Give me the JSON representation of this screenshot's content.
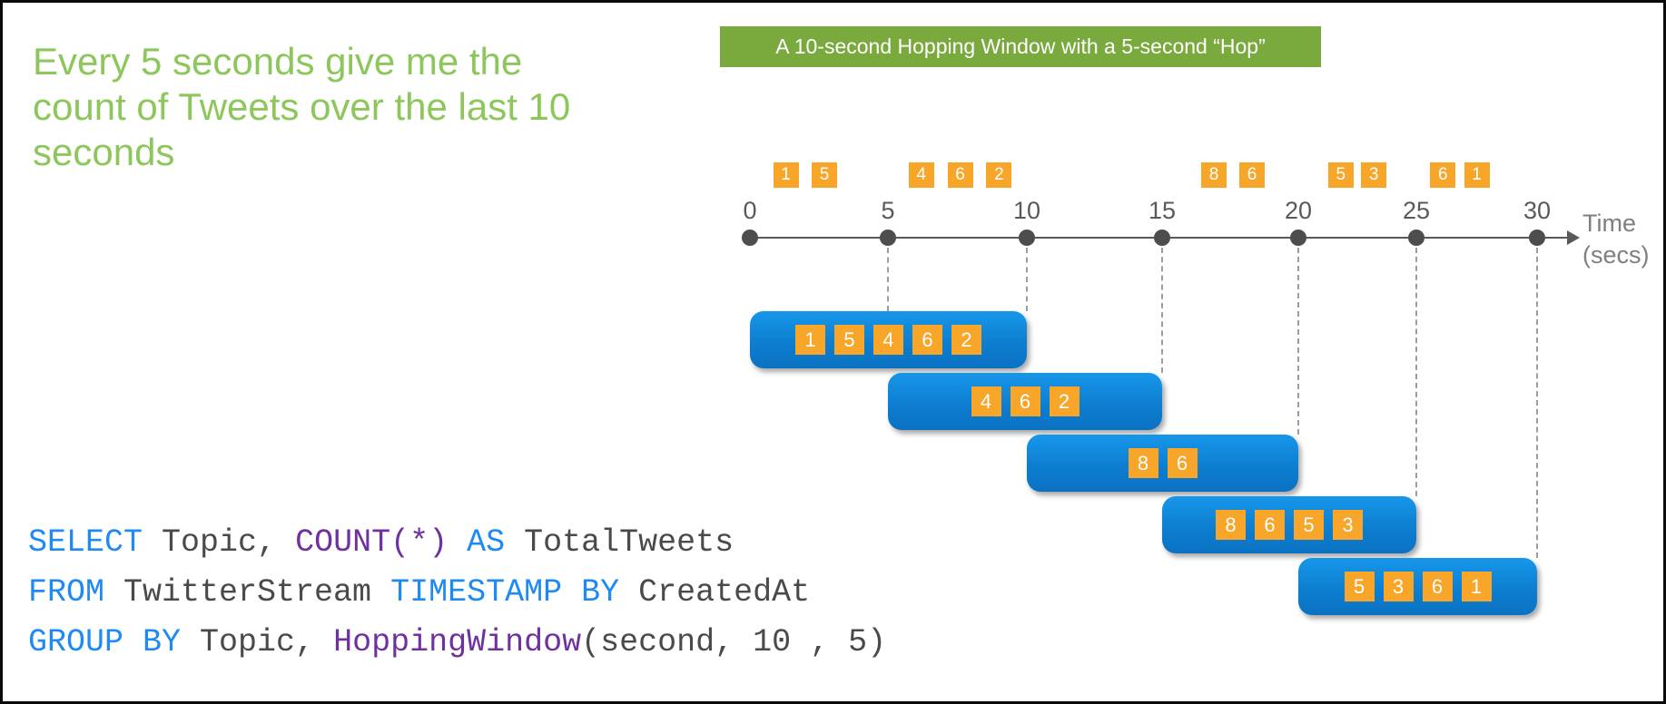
{
  "headline": {
    "text": "Every 5 seconds give me the count of Tweets over the last 10 seconds",
    "color": "#8dc75b"
  },
  "banner": {
    "text": "A 10-second Hopping Window with a 5-second “Hop”",
    "bg": "#7aa93e"
  },
  "timeline": {
    "tick_labels": [
      "0",
      "5",
      "10",
      "15",
      "20",
      "25",
      "30"
    ],
    "axis_label": {
      "line1": "Time",
      "line2": "(secs)"
    },
    "events": [
      {
        "label": "1",
        "t": 1.3
      },
      {
        "label": "5",
        "t": 2.7
      },
      {
        "label": "4",
        "t": 6.2
      },
      {
        "label": "6",
        "t": 7.6
      },
      {
        "label": "2",
        "t": 9.0
      },
      {
        "label": "8",
        "t": 16.9
      },
      {
        "label": "6",
        "t": 18.3
      },
      {
        "label": "5",
        "t": 21.8
      },
      {
        "label": "3",
        "t": 23.2
      },
      {
        "label": "6",
        "t": 26.1
      },
      {
        "label": "1",
        "t": 27.5
      }
    ],
    "event_color": "#f8a62a"
  },
  "hopping_windows": [
    {
      "start": 0,
      "end": 10,
      "events": [
        "1",
        "5",
        "4",
        "6",
        "2"
      ]
    },
    {
      "start": 5,
      "end": 15,
      "events": [
        "4",
        "6",
        "2"
      ]
    },
    {
      "start": 10,
      "end": 20,
      "events": [
        "8",
        "6"
      ]
    },
    {
      "start": 15,
      "end": 25,
      "events": [
        "8",
        "6",
        "5",
        "3"
      ]
    },
    {
      "start": 20,
      "end": 30,
      "events": [
        "5",
        "3",
        "6",
        "1"
      ]
    }
  ],
  "code": {
    "colors": {
      "kw": "#1e8af2",
      "fn": "#7030a0",
      "plain": "#4a4a4a"
    },
    "lines": [
      [
        {
          "c": "kw",
          "t": "SELECT"
        },
        {
          "c": "plain",
          "t": " Topic, "
        },
        {
          "c": "fn",
          "t": "COUNT(*)"
        },
        {
          "c": "kw",
          "t": " AS "
        },
        {
          "c": "plain",
          "t": "TotalTweets"
        }
      ],
      [
        {
          "c": "kw",
          "t": "FROM"
        },
        {
          "c": "plain",
          "t": " TwitterStream "
        },
        {
          "c": "kw",
          "t": "TIMESTAMP BY"
        },
        {
          "c": "plain",
          "t": " CreatedAt"
        }
      ],
      [
        {
          "c": "kw",
          "t": "GROUP BY"
        },
        {
          "c": "plain",
          "t": " Topic, "
        },
        {
          "c": "fn",
          "t": "HoppingWindow"
        },
        {
          "c": "plain",
          "t": "(second, 10 , 5)"
        }
      ]
    ]
  }
}
